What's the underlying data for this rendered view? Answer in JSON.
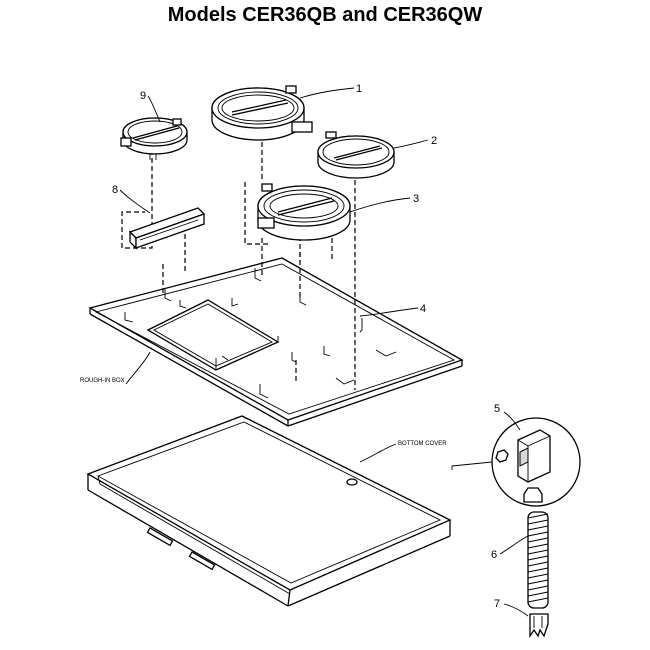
{
  "title": "Models CER36QB and CER36QW",
  "labels": {
    "roughin": "ROUGH-IN BOX",
    "bottom": "BOTTOM COVER"
  },
  "callouts": [
    "1",
    "2",
    "3",
    "4",
    "5",
    "6",
    "7",
    "8",
    "9"
  ]
}
